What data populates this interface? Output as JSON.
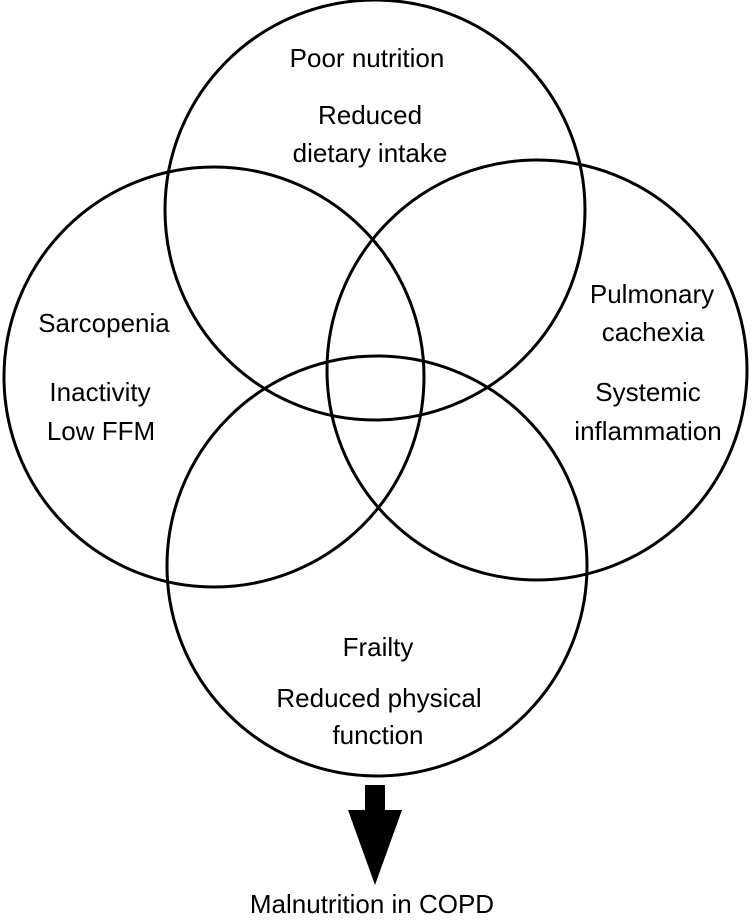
{
  "circles": {
    "top": {
      "title": "Poor nutrition",
      "line1": "Reduced",
      "line2": "dietary intake"
    },
    "left": {
      "title": "Sarcopenia",
      "line1": "Inactivity",
      "line2": "Low FFM"
    },
    "right": {
      "title1": "Pulmonary",
      "title2": "cachexia",
      "line1": "Systemic",
      "line2": "inflammation"
    },
    "bottom": {
      "title": "Frailty",
      "line1": "Reduced physical",
      "line2": "function"
    }
  },
  "outcome": {
    "label": "Malnutrition in COPD"
  },
  "colors": {
    "stroke": "#000000",
    "background": "#ffffff"
  }
}
